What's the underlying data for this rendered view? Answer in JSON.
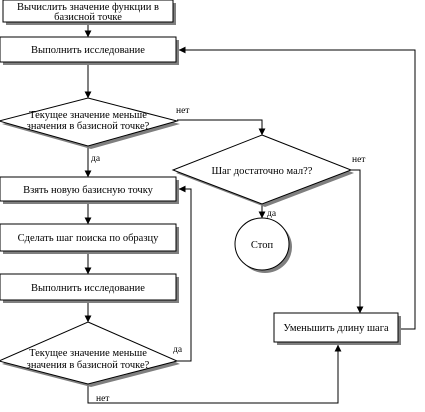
{
  "flowchart": {
    "nodes": {
      "compute_base": {
        "lines": [
          "Вычислить значение функции в",
          "базисной точке"
        ]
      },
      "explore_1": {
        "lines": [
          "Выполнить исследование"
        ]
      },
      "check_1": {
        "lines": [
          "Текущее значение меньше",
          "значения в базисной точке?"
        ]
      },
      "step_small": {
        "lines": [
          "Шаг достаточно мал??"
        ]
      },
      "stop": {
        "lines": [
          "Стоп"
        ]
      },
      "new_base": {
        "lines": [
          "Взять новую базисную точку"
        ]
      },
      "pattern_step": {
        "lines": [
          "Сделать шаг поиска по образцу"
        ]
      },
      "explore_2": {
        "lines": [
          "Выполнить исследование"
        ]
      },
      "check_2": {
        "lines": [
          "Текущее значение меньше",
          "значения в базисной точке?"
        ]
      },
      "reduce_step": {
        "lines": [
          "Уменьшить длину шага"
        ]
      }
    },
    "edge_labels": {
      "check1_no": "нет",
      "check1_yes": "да",
      "step_small_yes": "да",
      "step_small_no": "нет",
      "check2_yes": "да",
      "check2_no": "нет"
    }
  }
}
